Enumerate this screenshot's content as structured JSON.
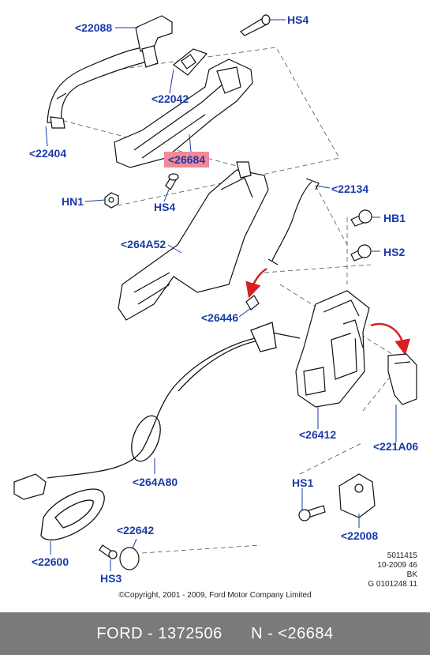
{
  "callouts": {
    "c22088": "<22088",
    "cHS4top": "HS4",
    "c22042": "<22042",
    "c22404": "<22404",
    "c26684": "<26684",
    "cHN1": "HN1",
    "cHS4": "HS4",
    "c22134": "<22134",
    "cHB1": "HB1",
    "cHS2": "HS2",
    "c264A52": "<264A52",
    "c26446": "<26446",
    "c26412": "<26412",
    "c221A06": "<221A06",
    "c264A80": "<264A80",
    "cHS1": "HS1",
    "c22642": "<22642",
    "c22008": "<22008",
    "c22600": "<22600",
    "cHS3": "HS3"
  },
  "meta": {
    "line1": "5011415",
    "line2": "10-2009 46",
    "line3": "BK",
    "line4": "G 0101248 11"
  },
  "copyright": "©Copyright, 2001 - 2009, Ford Motor Company Limited",
  "footer": {
    "brand_part": "FORD - 1372506",
    "ref": "N - <26684"
  },
  "colors": {
    "callout": "#1a3aa8",
    "highlight": "#f08a96",
    "footer_bg": "#7a7a7a",
    "arrow": "#d82020"
  }
}
